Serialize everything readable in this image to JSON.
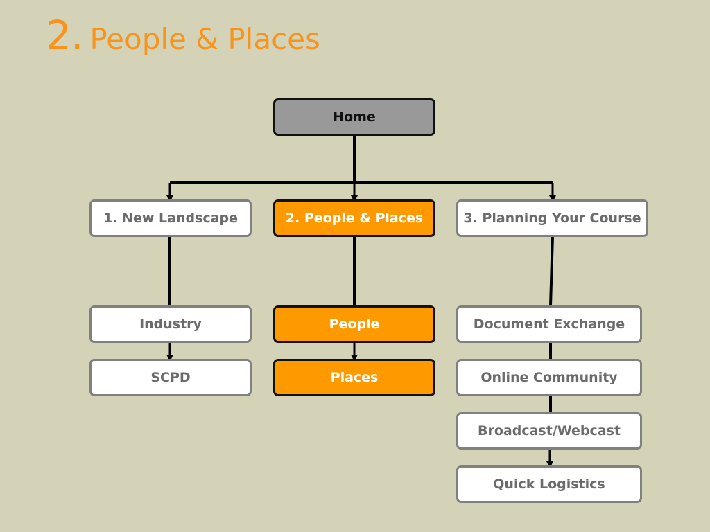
{
  "title": {
    "number": "2.",
    "text": "People & Places"
  },
  "colors": {
    "background": "#d4d3b8",
    "accent": "#f7941d",
    "active_fill": "#ff9900",
    "home_fill": "#999999",
    "node_border": "#808080",
    "node_text": "#6b6b6b",
    "connector": "#000000"
  },
  "diagram": {
    "home": "Home",
    "sections": [
      {
        "label": "1. New Landscape",
        "active": false,
        "children": [
          "Industry",
          "SCPD"
        ]
      },
      {
        "label": "2. People & Places",
        "active": true,
        "children": [
          "People",
          "Places"
        ]
      },
      {
        "label": "3. Planning Your Course",
        "active": false,
        "children": [
          "Document Exchange",
          "Online Community",
          "Broadcast/Webcast",
          "Quick Logistics"
        ]
      }
    ]
  }
}
